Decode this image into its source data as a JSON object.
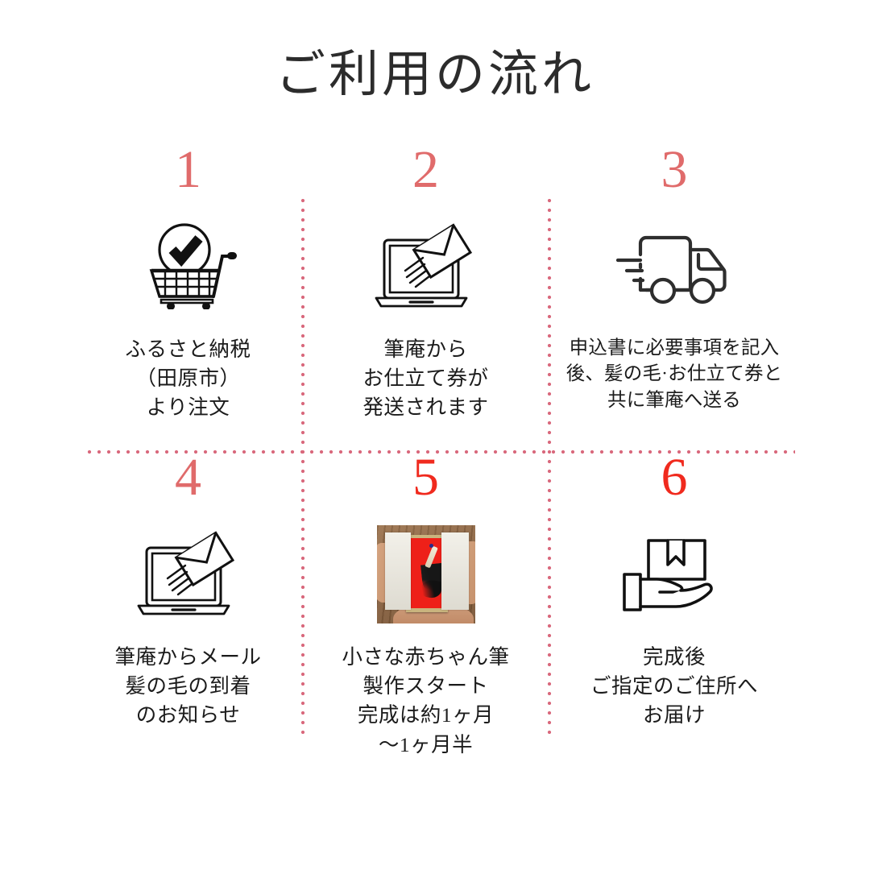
{
  "page": {
    "title": "ご利用の流れ",
    "background_color": "#ffffff",
    "text_color": "#1b1b1b",
    "accent_color": "#e06b6b",
    "divider_color": "#d9697d"
  },
  "steps": [
    {
      "number": "1",
      "number_color": "#e06b6b",
      "icon": "shopping-cart-check-icon",
      "caption": "ふるさと納税\n（田原市）\nより注文"
    },
    {
      "number": "2",
      "number_color": "#e06b6b",
      "icon": "laptop-envelope-icon",
      "caption": "筆庵から\nお仕立て券が\n発送されます"
    },
    {
      "number": "3",
      "number_color": "#e06b6b",
      "icon": "delivery-truck-icon",
      "caption": "申込書に必要事項を記入\n後、髪の毛·お仕立て券と\n共に筆庵へ送る"
    },
    {
      "number": "4",
      "number_color": "#e06b6b",
      "icon": "laptop-envelope-icon",
      "caption": "筆庵からメール\n髪の毛の到着\nのお知らせ"
    },
    {
      "number": "5",
      "number_color": "#f02a1e",
      "icon": "baby-brush-photo",
      "caption": "小さな赤ちゃん筆\n製作スタート\n完成は約1ヶ月\n〜1ヶ月半"
    },
    {
      "number": "6",
      "number_color": "#f02a1e",
      "icon": "hand-package-icon",
      "caption": "完成後\nご指定のご住所へ\nお届け"
    }
  ]
}
